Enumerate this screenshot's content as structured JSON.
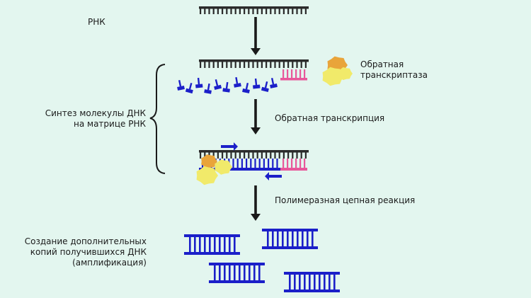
{
  "labels": {
    "rna": "РНК",
    "revertase_line1": "Обратная",
    "revertase_line2": "транскриптаза",
    "synthesis_line1": "Синтез молекулы ДНК",
    "synthesis_line2": "на матрице РНК",
    "reverse_transcription": "Обратная транскрипция",
    "pcr": "Полимеразная цепная реакция",
    "copies_line1": "Создание дополнительных",
    "copies_line2": "копий получившихся ДНК",
    "copies_line3": "(амплификация)"
  },
  "colors": {
    "background": "#e3f6ef",
    "rna_strand": "#2b2b2b",
    "dna_strand": "#1b1fc9",
    "primer": "#e8589b",
    "enzyme_orange": "#e9a43a",
    "enzyme_yellow": "#f1ea6a",
    "arrow": "#1a1a1a"
  }
}
